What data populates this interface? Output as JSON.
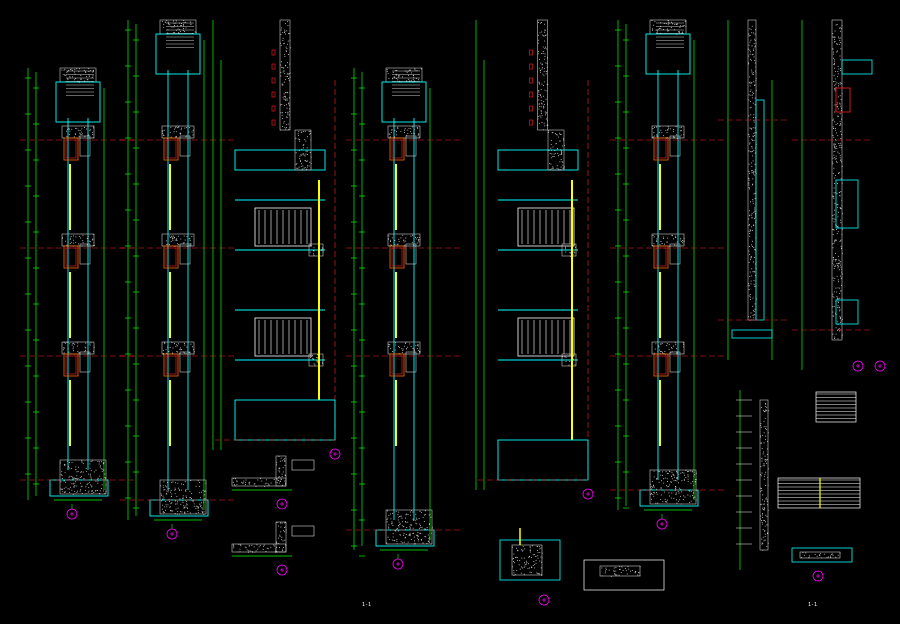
{
  "drawing": {
    "background": "#000000",
    "colors": {
      "structure": "#00ffff",
      "dimension": "#00ff00",
      "axis": "#ff2020",
      "window": "#ffff00",
      "masonry": "#c8c8c8",
      "marker": "#ff00ff",
      "text": "#ffffff",
      "fixture": "#ff6600"
    },
    "sheets": [
      {
        "id": "left",
        "caption": "1-1"
      },
      {
        "id": "right",
        "caption": "1-1"
      }
    ]
  }
}
